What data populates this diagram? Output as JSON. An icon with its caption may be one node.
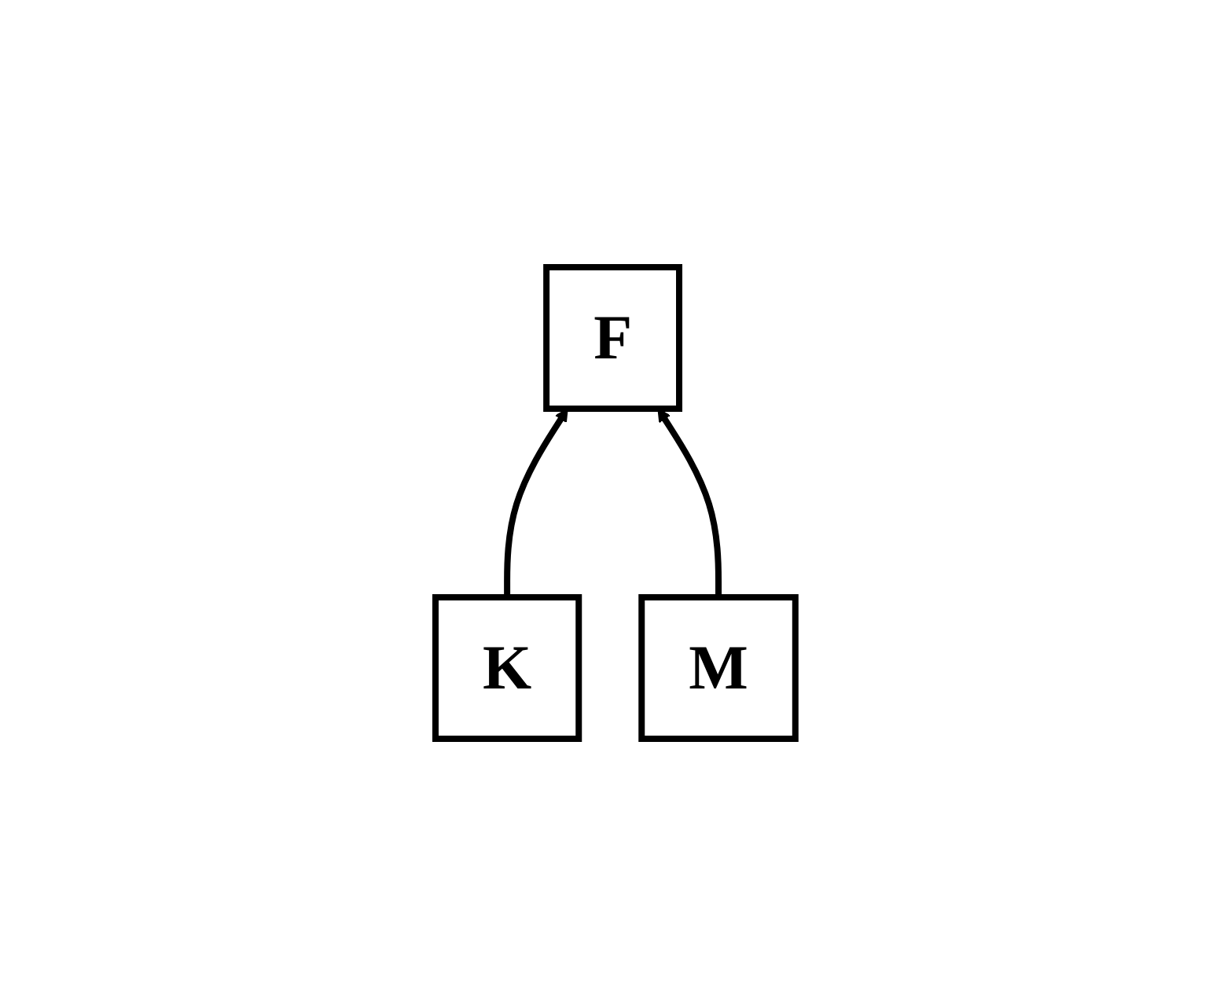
{
  "diagram": {
    "nodes": [
      {
        "text": [
          "F"
        ]
      },
      {
        "text": [
          "K"
        ]
      },
      {
        "text": [
          "M"
        ]
      }
    ],
    "edges": [
      {
        "from": 1,
        "to": 0,
        "arrow": "to"
      },
      {
        "from": 2,
        "to": 0,
        "arrow": "to"
      }
    ]
  }
}
